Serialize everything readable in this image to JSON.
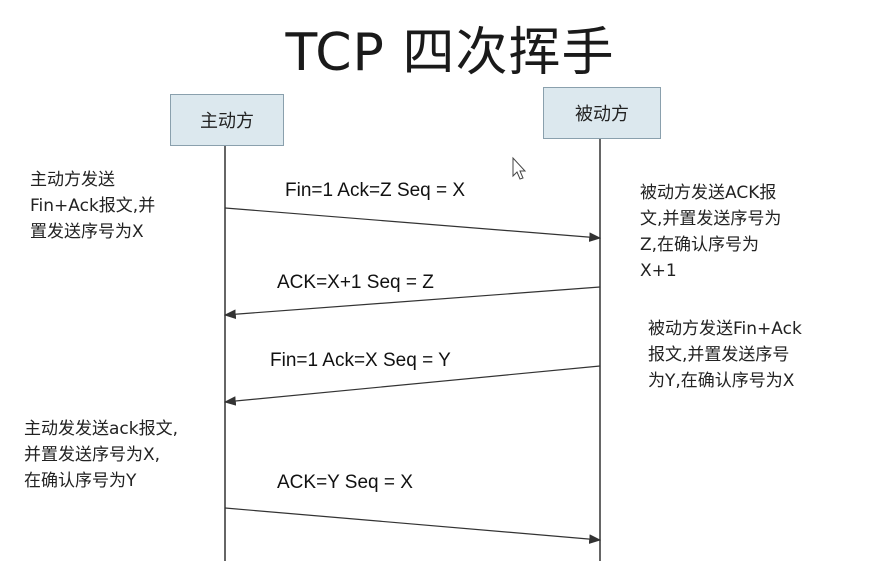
{
  "title": "TCP 四次挥手",
  "participants": {
    "left": "主动方",
    "right": "被动方"
  },
  "messages": [
    {
      "label": "Fin=1 Ack=Z Seq = X"
    },
    {
      "label": "ACK=X+1 Seq = Z"
    },
    {
      "label": "Fin=1 Ack=X Seq = Y"
    },
    {
      "label": "ACK=Y Seq = X"
    }
  ],
  "notes": {
    "left_1": "主动方发送\nFin+Ack报文,并\n置发送序号为X",
    "right_1": "被动方发送ACK报\n文,并置发送序号为\nZ,在确认序号为\nX+1",
    "right_2": "被动方发送Fin+Ack\n报文,并置发送序号\n为Y,在确认序号为X",
    "left_2": "主动发发送ack报文,\n并置发送序号为X,\n在确认序号为Y"
  },
  "colors": {
    "participant_fill": "#dce8ee",
    "participant_border": "#8aa0ad",
    "line": "#333333"
  }
}
